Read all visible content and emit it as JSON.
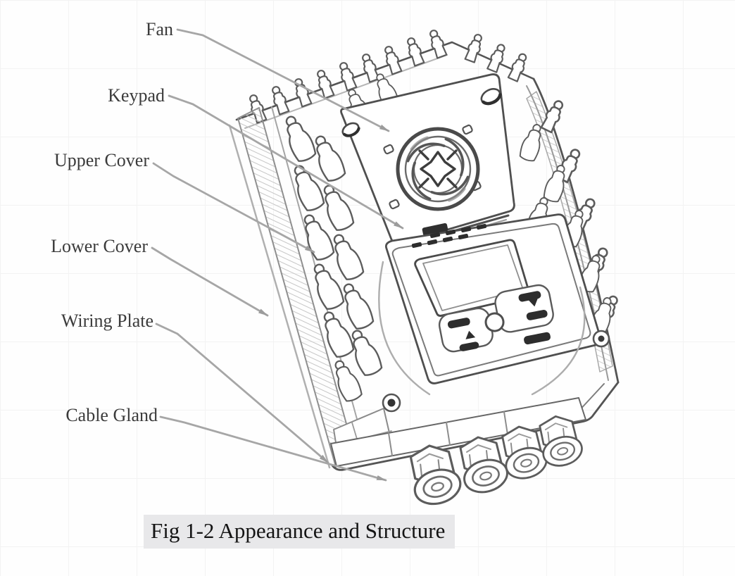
{
  "figure": {
    "caption": "Fig 1-2 Appearance and Structure",
    "labels": [
      {
        "id": "fan",
        "text": "Fan"
      },
      {
        "id": "keypad",
        "text": "Keypad"
      },
      {
        "id": "upper_cover",
        "text": "Upper Cover"
      },
      {
        "id": "lower_cover",
        "text": "Lower Cover"
      },
      {
        "id": "wiring_plate",
        "text": "Wiring Plate"
      },
      {
        "id": "cable_gland",
        "text": "Cable Gland"
      }
    ]
  },
  "colors": {
    "background": "#fefefe",
    "drawing_line": "#4f4f4f",
    "leader_line": "#a6a6a6",
    "label_text": "#3b3b3b",
    "caption_text": "#141414",
    "caption_highlight": "#e8e8ea"
  }
}
